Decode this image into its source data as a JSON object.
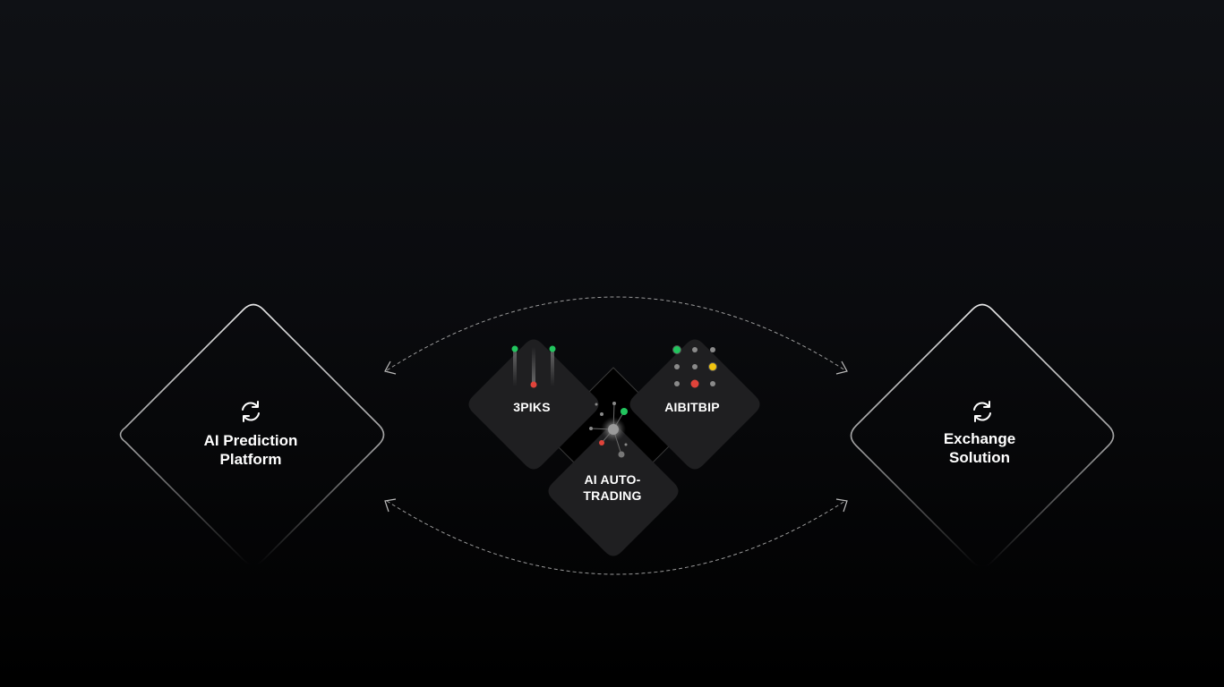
{
  "left_node": {
    "line1": "AI Prediction",
    "line2": "Platform",
    "icon": "refresh-icon"
  },
  "right_node": {
    "line1": "Exchange",
    "line2": "Solution",
    "icon": "refresh-icon"
  },
  "center_nodes": {
    "piks": {
      "label": "3PIKS"
    },
    "aibitbip": {
      "label": "AIBITBIP"
    },
    "autotrading": {
      "line1": "AI AUTO-",
      "line2": "TRADING"
    }
  },
  "colors": {
    "background": "#0a0b0e",
    "diamond_fill": "#1f1f21",
    "green": "#22c55e",
    "red": "#e0433a",
    "yellow": "#f1c40f",
    "gray_dot": "#8a8a8a"
  }
}
